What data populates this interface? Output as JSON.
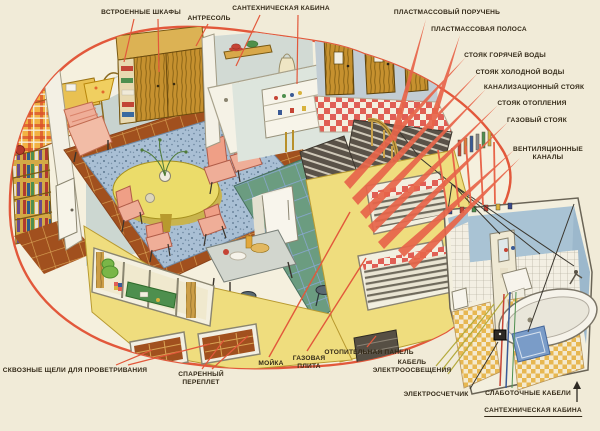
{
  "figure": {
    "kind": "isometric cutaway illustration of an apartment interior with engineering systems",
    "style": "vintage printed technical plate, red outline blob, cream background"
  },
  "colors": {
    "background": "#f1ebd8",
    "outline_red": "#e2583b",
    "label_text": "#342a18",
    "facade_yellow": "#efdd7e",
    "wood": "#c6912f",
    "carpet_blue": "#a9bfd4",
    "kitchen_floor_green": "#6b9c80",
    "landing_check_red": "#e05f55",
    "bath_wall_blue": "#a9c3d4",
    "floor_tile_brown": "#a1501e",
    "bath_floor_orange": "#e7b750"
  },
  "labels": {
    "built_in_cabinets": "ВСТРОЕННЫЕ ШКАФЫ",
    "mezzanine": "АНТРЕСОЛЬ",
    "sanitary_cabin_top": "САНТЕХНИЧЕСКАЯ КАБИНА",
    "plastic_handrail": "ПЛАСТМАССОВЫЙ ПОРУЧЕНЬ",
    "plastic_strip": "ПЛАСТМАССОВАЯ ПОЛОСА",
    "hot_water_riser": "СТОЯК ГОРЯЧЕЙ ВОДЫ",
    "cold_water_riser": "СТОЯК ХОЛОДНОЙ ВОДЫ",
    "sewer_riser": "КАНАЛИЗАЦИОННЫЙ СТОЯК",
    "heating_riser": "СТОЯК ОТОПЛЕНИЯ",
    "gas_riser": "ГАЗОВЫЙ СТОЯК",
    "ventilation_ducts": "ВЕНТИЛЯЦИОННЫЕ КАНАЛЫ",
    "through_vent_slots": "СКВОЗНЫЕ ЩЕЛИ ДЛЯ ПРОВЕТРИВАНИЯ",
    "paired_sash": "СПАРЕННЫЙ ПЕРЕПЛЕТ",
    "sink": "МОЙКА",
    "gas_stove": "ГАЗОВАЯ ПЛИТА",
    "heating_panel": "ОТОПИТЕЛЬНАЯ ПАНЕЛЬ",
    "lighting_cable": "КАБЕЛЬ ЭЛЕКТРООСВЕЩЕНИЯ",
    "electric_meter": "ЭЛЕКТРОСЧЕТЧИК",
    "low_current_cables": "СЛАБОТОЧНЫЕ КАБЕЛИ",
    "sanitary_cabin_bottom": "САНТЕХНИЧЕСКАЯ КАБИНА"
  }
}
